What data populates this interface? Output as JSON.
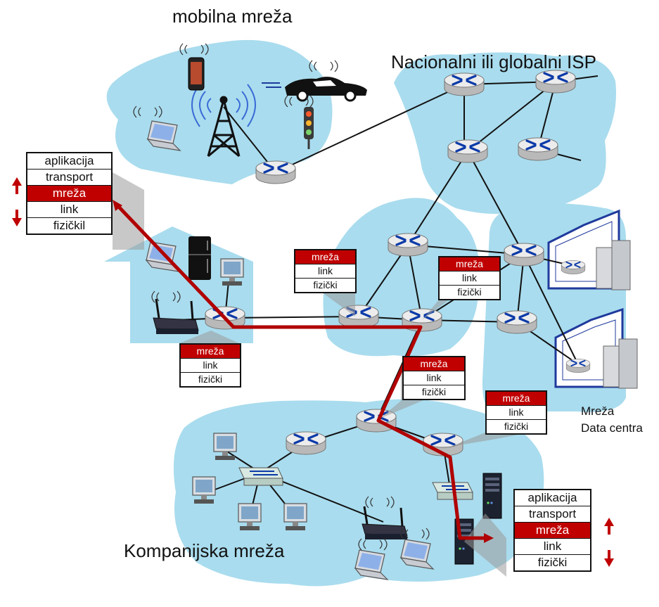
{
  "labels": {
    "mobile": "mobilna mreža",
    "isp": "Nacionalni ili globalni ISP",
    "datacenter_line1": "Mreža",
    "datacenter_line2": "Data centra",
    "enterprise": "Kompanijska mreža"
  },
  "end_stacks": {
    "source": [
      "aplikacija",
      "transport",
      "mreža",
      "link",
      "fizičkil"
    ],
    "destination": [
      "aplikacija",
      "transport",
      "mreža",
      "link",
      "fizički"
    ]
  },
  "router_stack": [
    "mreža",
    "link",
    "fizički"
  ],
  "colors": {
    "region": "#a9dcee",
    "network_layer": "#c00000",
    "path": "#b00000",
    "router_top": "#e8e8e8",
    "router_arrows": "#0b3aa8",
    "router_arrows_light": "#5fd0e0"
  }
}
